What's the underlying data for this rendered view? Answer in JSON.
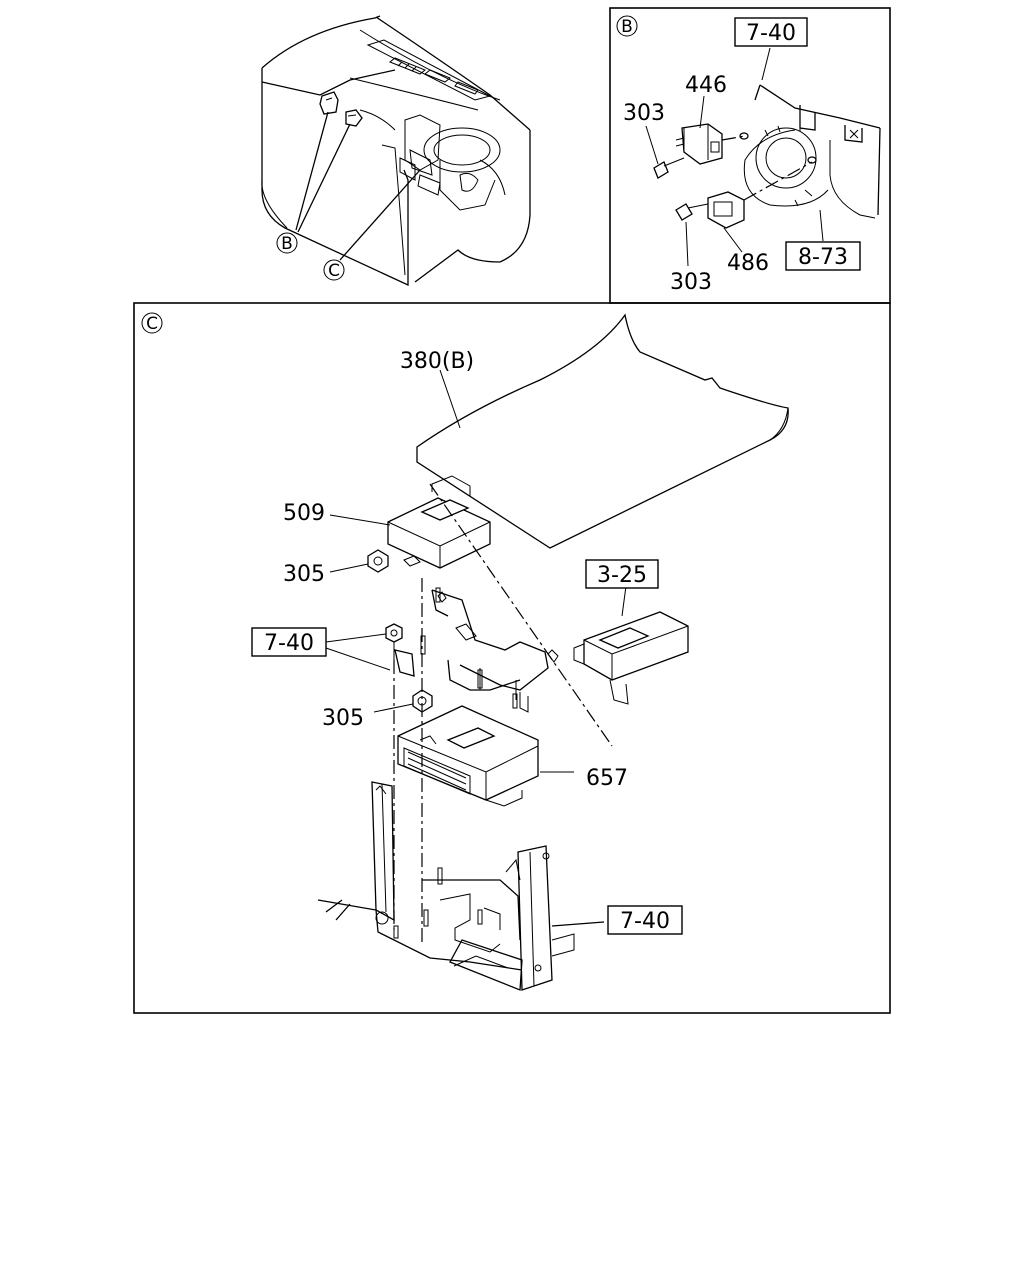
{
  "callouts": {
    "b": "B",
    "c": "C"
  },
  "panel_b": {
    "ref_7_40": "7-40",
    "ref_8_73": "8-73",
    "part_446": "446",
    "part_303_top": "303",
    "part_303_bottom": "303",
    "part_486": "486"
  },
  "panel_c": {
    "part_380b": "380(B)",
    "part_509": "509",
    "part_305_top": "305",
    "part_305_bottom": "305",
    "part_657": "657",
    "ref_3_25": "3-25",
    "ref_7_40_left": "7-40",
    "ref_7_40_bottom": "7-40"
  }
}
